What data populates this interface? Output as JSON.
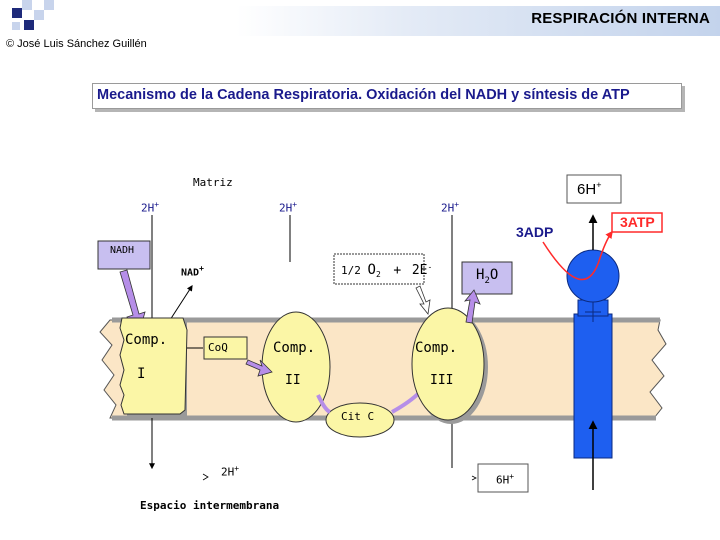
{
  "header": {
    "title": "RESPIRACIÓN INTERNA",
    "copyright": "© José Luis Sánchez Guillén"
  },
  "diagram": {
    "title": "Mecanismo de la Cadena Respiratoria. Oxidación del NADH y síntesis de ATP",
    "matrix_label": "Matriz",
    "intermembrane_label": "Espacio  intermembrana",
    "proton_top_1": "2H",
    "proton_top_2": "2H",
    "proton_top_3": "2H",
    "proton_bottom": "2H",
    "plus_sign": "+",
    "nadh": "NADH",
    "nad_plus": "NAD",
    "complex_1": {
      "name": "Comp.",
      "num": "I"
    },
    "coq": "CoQ",
    "complex_2": {
      "name": "Comp.",
      "num": "II"
    },
    "complex_3": {
      "name": "Comp.",
      "num": "III"
    },
    "cit_c": "Cit  C",
    "oxygen_reaction": {
      "half": "1/2",
      "o": "O",
      "sub": "2",
      "plus": "+",
      "electrons": "2E"
    },
    "water": {
      "h": "H",
      "sub": "2",
      "o": "O"
    },
    "atp_synthase": {
      "top_protons": "6H",
      "bottom_protons": "6H",
      "adp": "3ADP",
      "atp": "3ATP"
    }
  },
  "colors": {
    "membrane": "#fbe6c6",
    "complex_fill": "#fbf6a6",
    "box_fill": "#c8bff0",
    "arrow_purple": "#b68ee8",
    "synthase_blue": "#1e5ff0",
    "atp_red": "#ff2a2a",
    "title_blue": "#1a1a8c"
  }
}
